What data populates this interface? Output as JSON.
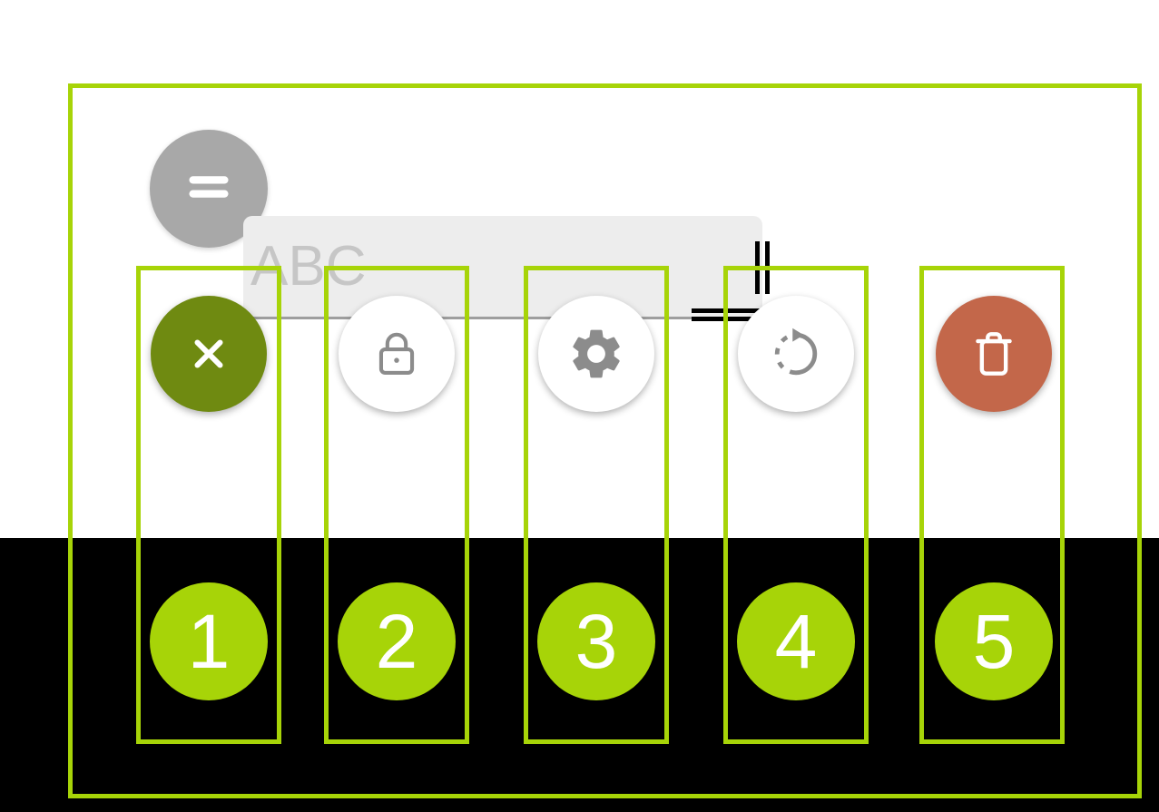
{
  "annotation": {
    "color": "#a7d408",
    "boxes": [
      {
        "number": "1"
      },
      {
        "number": "2"
      },
      {
        "number": "3"
      },
      {
        "number": "4"
      },
      {
        "number": "5"
      }
    ]
  },
  "widget": {
    "drag_handle": {
      "icon": "equals-icon",
      "bg": "#a8a8a8"
    },
    "text_field": {
      "value": "",
      "placeholder": "ABC",
      "bg": "#ededed"
    },
    "buttons": [
      {
        "name": "close",
        "icon": "x-icon",
        "bg": "#6f8a11",
        "fg": "#ffffff"
      },
      {
        "name": "lock",
        "icon": "lock-icon",
        "bg": "#ffffff",
        "fg": "#8c8c8c"
      },
      {
        "name": "settings",
        "icon": "gear-icon",
        "bg": "#ffffff",
        "fg": "#8c8c8c"
      },
      {
        "name": "rotate",
        "icon": "rotate-icon",
        "bg": "#ffffff",
        "fg": "#8c8c8c"
      },
      {
        "name": "delete",
        "icon": "trash-icon",
        "bg": "#c3674a",
        "fg": "#ffffff"
      }
    ]
  }
}
